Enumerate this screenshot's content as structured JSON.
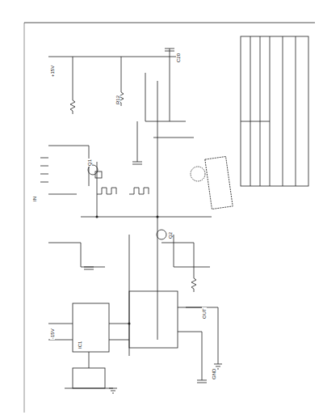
{
  "diagram": {
    "labels": [
      "IC1",
      "Q1",
      "Q2",
      "R12",
      "C20",
      "+15V",
      "-15V",
      "GND",
      "OUT",
      "IN"
    ]
  }
}
